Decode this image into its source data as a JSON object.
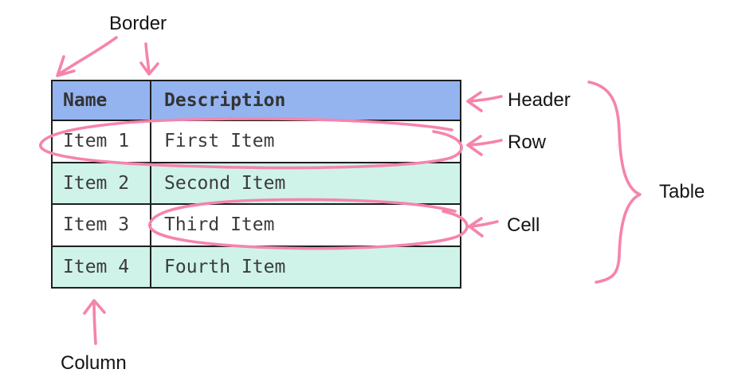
{
  "labels": {
    "border": "Border",
    "header": "Header",
    "row": "Row",
    "cell": "Cell",
    "table": "Table",
    "column": "Column"
  },
  "table": {
    "columns": [
      "Name",
      "Description"
    ],
    "rows": [
      [
        "Item 1",
        "First Item"
      ],
      [
        "Item 2",
        "Second Item"
      ],
      [
        "Item 3",
        "Third Item"
      ],
      [
        "Item 4",
        "Fourth Item"
      ]
    ]
  },
  "annotations": {
    "shapes": [
      "border-arrow-to-corner",
      "border-arrow-to-top-edge",
      "header-arrow",
      "row-arrow",
      "cell-arrow",
      "column-arrow",
      "row-circle",
      "cell-circle",
      "table-brace"
    ],
    "color": "#f584ac"
  },
  "colors": {
    "header_bg": "#94b4f0",
    "row_bg": "#ffffff",
    "row_alt_bg": "#cff3e9",
    "table_border": "#1f1f1f",
    "table_text": "#3b3b3b",
    "label_text": "#141414",
    "annotation_pink": "#f584ac"
  }
}
